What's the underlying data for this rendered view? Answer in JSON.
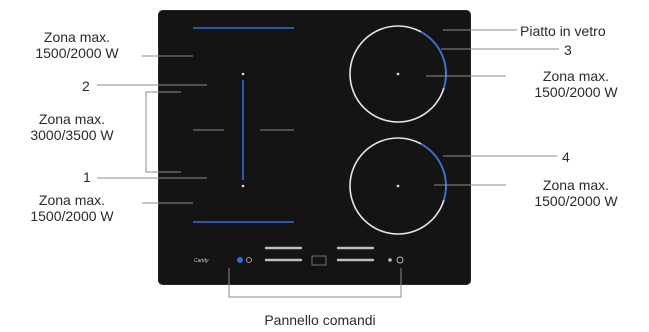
{
  "labels": {
    "glass_top": "Piatto in vetro",
    "num3": "3",
    "num4": "4",
    "num2": "2",
    "num1": "1",
    "zona_right_top_l1": "Zona max.",
    "zona_right_top_l2": "1500/2000 W",
    "zona_right_bottom_l1": "Zona max.",
    "zona_right_bottom_l2": "1500/2000 W",
    "zona_left_top_l1": "Zona max.",
    "zona_left_top_l2": "1500/2000 W",
    "zona_left_middle_l1": "Zona max.",
    "zona_left_middle_l2": "3000/3500 W",
    "zona_left_bottom_l1": "Zona max.",
    "zona_left_bottom_l2": "1500/2000 W",
    "control_panel": "Pannello comandi"
  },
  "colors": {
    "glass": "#141414",
    "accent_blue": "#2f6fe0",
    "zone_ring": "#e6e6e6"
  }
}
